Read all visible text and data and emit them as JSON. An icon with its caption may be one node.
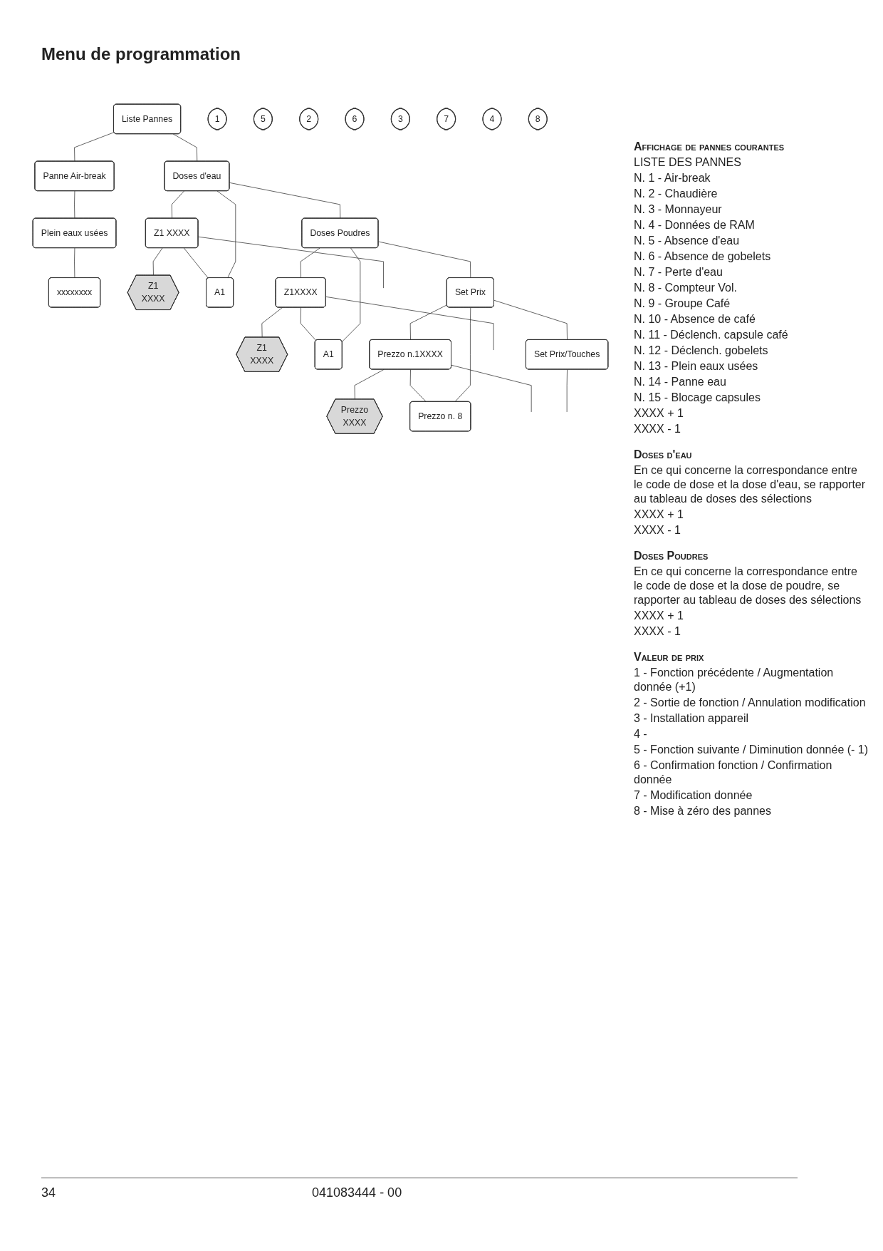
{
  "diagram": {
    "title": "Menu de programmation",
    "nodes": [
      {
        "text": [
          "Liste Pannes"
        ]
      },
      {
        "text": [
          "Panne Air-break"
        ]
      },
      {
        "text": [
          "Plein eaux usées"
        ]
      },
      {
        "text": [
          "xxxxxxxx"
        ]
      },
      {
        "text": [
          "Doses d'eau"
        ]
      },
      {
        "text": [
          "Z1 XXXX"
        ]
      },
      {
        "text": [
          "Z1",
          "XXXX"
        ]
      },
      {
        "text": [
          "A1"
        ]
      },
      {
        "text": [
          "Doses Poudres"
        ]
      },
      {
        "text": [
          "Z1XXXX"
        ]
      },
      {
        "text": [
          "Z1",
          "XXXX"
        ]
      },
      {
        "text": [
          "A1"
        ]
      },
      {
        "text": [
          "Set Prix"
        ]
      },
      {
        "text": [
          "Prezzo n.1XXXX"
        ]
      },
      {
        "text": [
          "Prezzo",
          "XXXX"
        ]
      },
      {
        "text": [
          "Prezzo n. 8"
        ]
      },
      {
        "text": [
          "Set Prix/Touches"
        ]
      },
      {
        "text": [
          "1"
        ]
      },
      {
        "text": [
          "5"
        ]
      },
      {
        "text": [
          "2"
        ]
      },
      {
        "text": [
          "6"
        ]
      },
      {
        "text": [
          "3"
        ]
      },
      {
        "text": [
          "7"
        ]
      },
      {
        "text": [
          "4"
        ]
      },
      {
        "text": [
          "8"
        ]
      }
    ],
    "edges": [
      {
        "from": 0,
        "to": 1,
        "arrow": "none"
      },
      {
        "from": 1,
        "to": 2,
        "arrow": "none"
      },
      {
        "from": 2,
        "to": 3,
        "arrow": "none"
      },
      {
        "from": 0,
        "to": 4,
        "arrow": "none"
      },
      {
        "from": 4,
        "to": 5,
        "arrow": "none"
      },
      {
        "from": 5,
        "to": 6,
        "arrow": "none"
      },
      {
        "from": 5,
        "to": 7,
        "arrow": "none"
      },
      {
        "from": 7,
        "to": 4,
        "arrow": "none"
      },
      {
        "from": 5,
        "to": null,
        "arrow": "none"
      },
      {
        "from": 4,
        "to": 8,
        "arrow": "none"
      },
      {
        "from": 8,
        "to": 9,
        "arrow": "none"
      },
      {
        "from": 9,
        "to": 10,
        "arrow": "none"
      },
      {
        "from": 9,
        "to": 11,
        "arrow": "none"
      },
      {
        "from": 11,
        "to": 8,
        "arrow": "none"
      },
      {
        "from": 9,
        "to": null,
        "arrow": "none"
      },
      {
        "from": 8,
        "to": 12,
        "arrow": "none"
      },
      {
        "from": 12,
        "to": 13,
        "arrow": "none"
      },
      {
        "from": 13,
        "to": 14,
        "arrow": "none"
      },
      {
        "from": 13,
        "to": 15,
        "arrow": "none"
      },
      {
        "from": 15,
        "to": 12,
        "arrow": "none"
      },
      {
        "from": 13,
        "to": null,
        "arrow": "none"
      },
      {
        "from": 12,
        "to": 16,
        "arrow": "none"
      },
      {
        "from": 16,
        "to": null,
        "arrow": "none"
      }
    ],
    "labels": [
      "Affichage de pannes courantes",
      "LISTE DES PANNES",
      "N. 1 - Air-break",
      "N. 2 - Chaudière",
      "N. 3 - Monnayeur",
      "N. 4 - Données de RAM",
      "N. 5 - Absence d'eau",
      "N. 6 - Absence de gobelets",
      "N. 7 - Perte d'eau",
      "N. 8 - Compteur Vol.",
      "N. 9 - Groupe Café",
      "N. 10 - Absence de café",
      "N. 11 - Déclench. capsule café",
      "N. 12 - Déclench. gobelets",
      "N. 13 - Plein eaux usées",
      "N. 14 - Panne eau",
      "N. 15 - Blocage capsules",
      "XXXX + 1",
      "XXXX - 1",
      "Doses d'eau",
      "En ce qui concerne la correspondance entre le code de dose et la dose d'eau, se rapporter au tableau de doses des sélections",
      "XXXX + 1",
      "XXXX - 1",
      "Doses Poudres",
      "En ce qui concerne la correspondance entre le code de dose et la dose de poudre, se rapporter au tableau de doses des sélections",
      "XXXX + 1",
      "XXXX - 1",
      "Valeur de prix",
      "1 - Fonction précédente / Augmentation donnée (+1)",
      "2 - Sortie de fonction / Annulation modification",
      "3 - Installation appareil",
      "4 -",
      "5 - Fonction suivante / Diminution donnée (- 1)",
      "6 - Confirmation fonction / Confirmation donnée",
      "7 - Modification donnée",
      "8 - Mise à zéro des pannes",
      "34",
      "041083444 - 00"
    ]
  }
}
